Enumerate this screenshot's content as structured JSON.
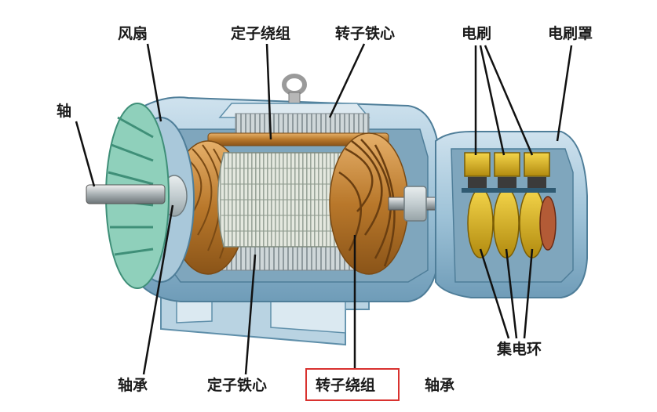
{
  "labels": {
    "fan": "风扇",
    "stator_winding": "定子绕组",
    "rotor_core": "转子铁心",
    "brush": "电刷",
    "brush_cover": "电刷罩",
    "shaft": "轴",
    "bearing_left": "轴承",
    "stator_core": "定子铁心",
    "rotor_winding": "转子绕组",
    "bearing_right": "轴承",
    "slip_rings": "集电环"
  },
  "colors": {
    "housing": "#9fc3d8",
    "housing_dark": "#5f8faa",
    "copper": "#c88a35",
    "steel": "#c9d3d6",
    "fan": "#6fc1a6",
    "brass": "#d9b21f",
    "highlight_box": "#d9322f",
    "leader": "#111111"
  },
  "highlighted_label": "rotor_winding"
}
